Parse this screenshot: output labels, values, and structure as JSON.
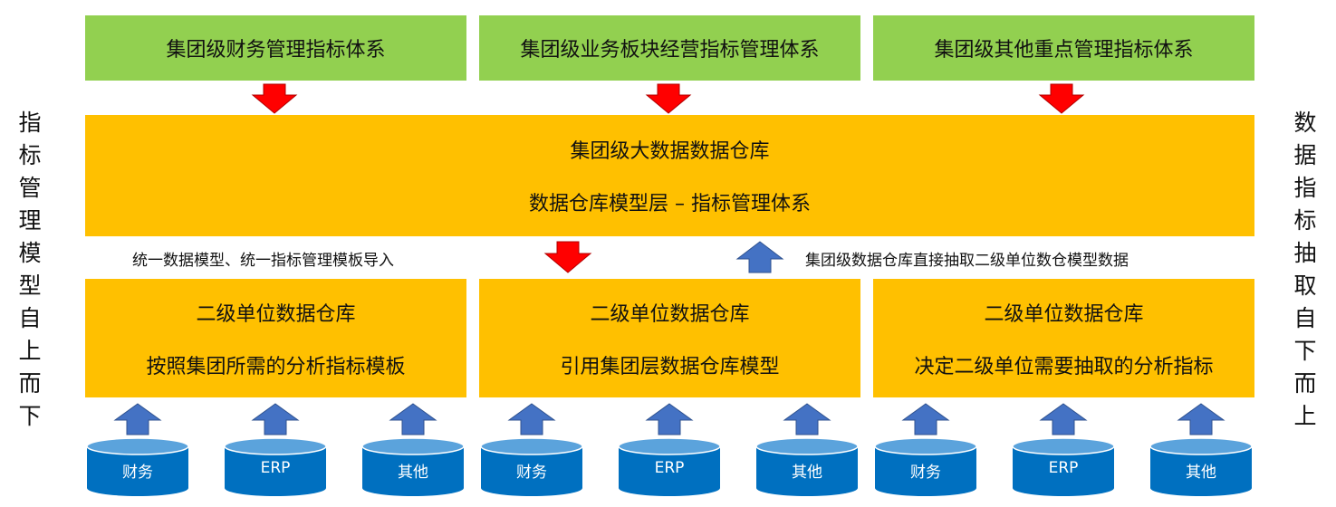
{
  "top_systems": [
    "集团级财务管理指标体系",
    "集团级业务板块经营指标管理体系",
    "集团级其他重点管理指标体系"
  ],
  "warehouse": {
    "title": "集团级大数据数据仓库",
    "subtitle": "数据仓库模型层 – 指标管理体系"
  },
  "notes": {
    "left": "统一数据模型、统一指标管理模板导入",
    "right": "集团级数据仓库直接抽取二级单位数仓模型数据"
  },
  "units": [
    {
      "title": "二级单位数据仓库",
      "desc": "按照集团所需的分析指标模板"
    },
    {
      "title": "二级单位数据仓库",
      "desc": "引用集团层数据仓库模型"
    },
    {
      "title": "二级单位数据仓库",
      "desc": "决定二级单位需要抽取的分析指标"
    }
  ],
  "sources": [
    "财务",
    "ERP",
    "其他",
    "财务",
    "ERP",
    "其他",
    "财务",
    "ERP",
    "其他"
  ],
  "side_left": [
    "指",
    "标",
    "管",
    "理",
    "模",
    "型",
    "自",
    "上",
    "而",
    "下"
  ],
  "side_right": [
    "数",
    "据",
    "指",
    "标",
    "抽",
    "取",
    "自",
    "下",
    "而",
    "上"
  ],
  "colors": {
    "green": "#92d050",
    "orange": "#ffc000",
    "red_arrow": "#ff0000",
    "blue_arrow": "#4472c4",
    "db_blue": "#0070c0"
  }
}
